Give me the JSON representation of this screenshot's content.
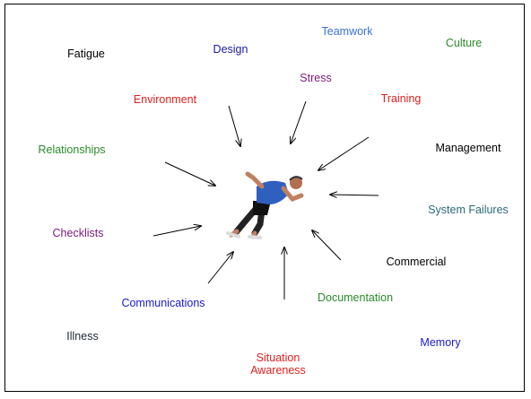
{
  "factors": [
    {
      "id": "fatigue",
      "label": "Fatigue",
      "color": "#000000"
    },
    {
      "id": "design",
      "label": "Design",
      "color": "#1a1aa6"
    },
    {
      "id": "teamwork",
      "label": "Teamwork",
      "color": "#3a6fd8"
    },
    {
      "id": "culture",
      "label": "Culture",
      "color": "#2a8a2a"
    },
    {
      "id": "environment",
      "label": "Environment",
      "color": "#e02020"
    },
    {
      "id": "stress",
      "label": "Stress",
      "color": "#7a1a7a"
    },
    {
      "id": "training",
      "label": "Training",
      "color": "#e02020"
    },
    {
      "id": "relationships",
      "label": "Relationships",
      "color": "#2a8a2a"
    },
    {
      "id": "management",
      "label": "Management",
      "color": "#000000"
    },
    {
      "id": "system-failures",
      "label": "System Failures",
      "color": "#2a6a7a"
    },
    {
      "id": "checklists",
      "label": "Checklists",
      "color": "#7a1a7a"
    },
    {
      "id": "commercial",
      "label": "Commercial",
      "color": "#000000"
    },
    {
      "id": "communications",
      "label": "Communications",
      "color": "#1a1ad0"
    },
    {
      "id": "documentation",
      "label": "Documentation",
      "color": "#2a8a2a"
    },
    {
      "id": "illness",
      "label": "Illness",
      "color": "#1a2a3a"
    },
    {
      "id": "situation-awareness",
      "label": "Situation\nAwareness",
      "color": "#e02020"
    },
    {
      "id": "memory",
      "label": "Memory",
      "color": "#1a1ad0"
    }
  ],
  "center_image": "sprinter-illustration"
}
